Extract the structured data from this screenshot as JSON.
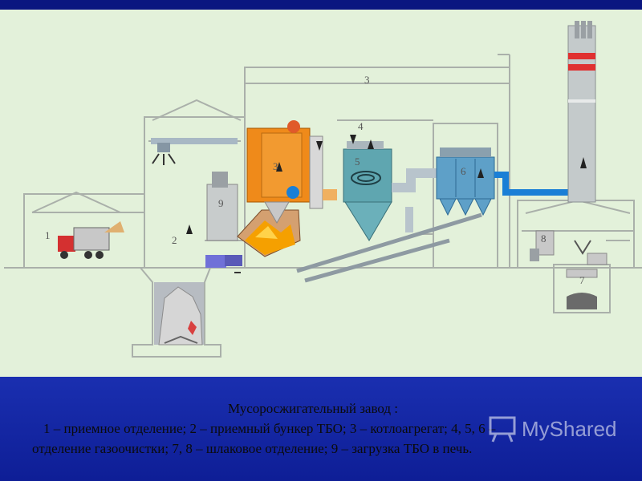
{
  "diagram": {
    "labels": {
      "n1": "1",
      "n2": "2",
      "n3": "3",
      "n4": "4",
      "n5": "5",
      "n6": "6",
      "n7": "7",
      "n8": "8",
      "n9": "9",
      "roof3": "3"
    }
  },
  "caption": {
    "title": "Мусоросжигательный завод :",
    "line1": "1   – приемное отделение; 2 – приемный бункер ТБО; 3 – котлоагрегат; 4, 5, 6 –",
    "line2": "отделение газоочистки; 7, 8 – шлаковое отделение; 9 – загрузка ТБО в печь."
  },
  "watermark": {
    "text": "MyShared",
    "logo_icon": "board-icon"
  },
  "colors": {
    "background": "#e3f1da",
    "frame": "#0c1a8a",
    "boiler": "#ef8a1a",
    "filter": "#5ea0c8",
    "duct": "#1a7fd6",
    "chimney_band": "#e03030",
    "fire": "#f5a000"
  }
}
